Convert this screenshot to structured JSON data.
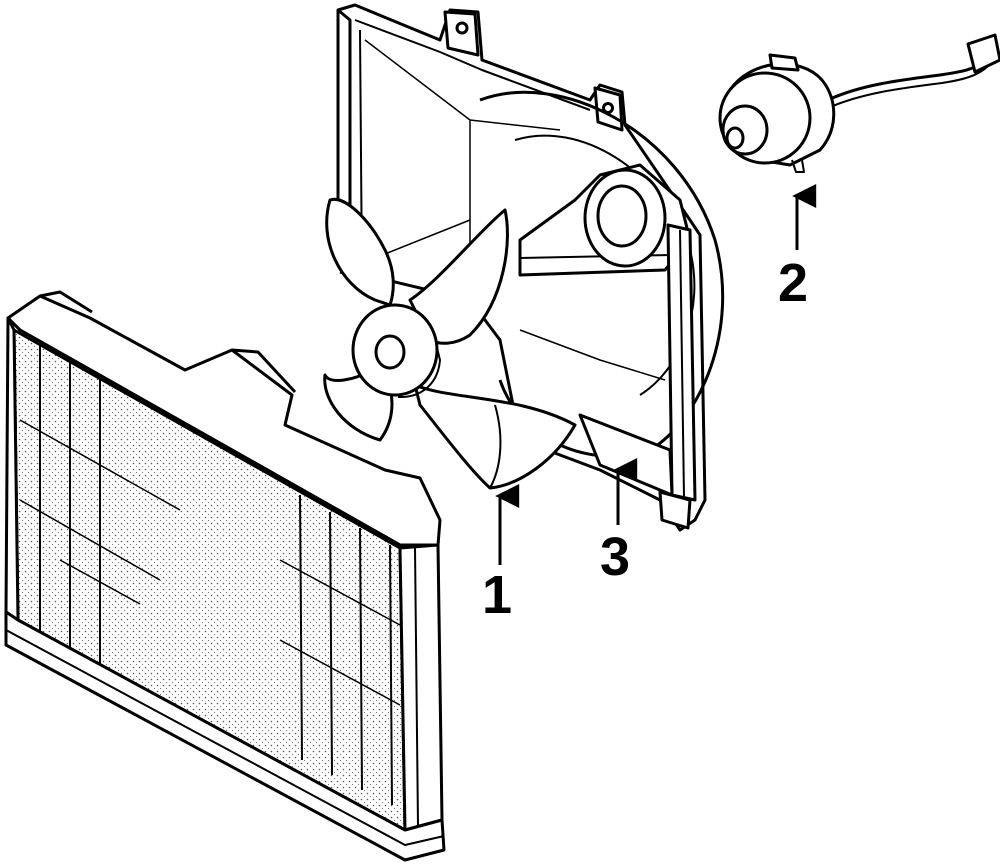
{
  "callouts": {
    "c1": "1",
    "c2": "2",
    "c3": "3"
  },
  "colors": {
    "ink": "#000000",
    "paper": "#ffffff",
    "shade": "#d9d9d9"
  },
  "parts": {
    "p1": "fan-blade-icon",
    "p2": "fan-motor-icon",
    "p3": "fan-shroud-icon",
    "other": "radiator-icon"
  }
}
